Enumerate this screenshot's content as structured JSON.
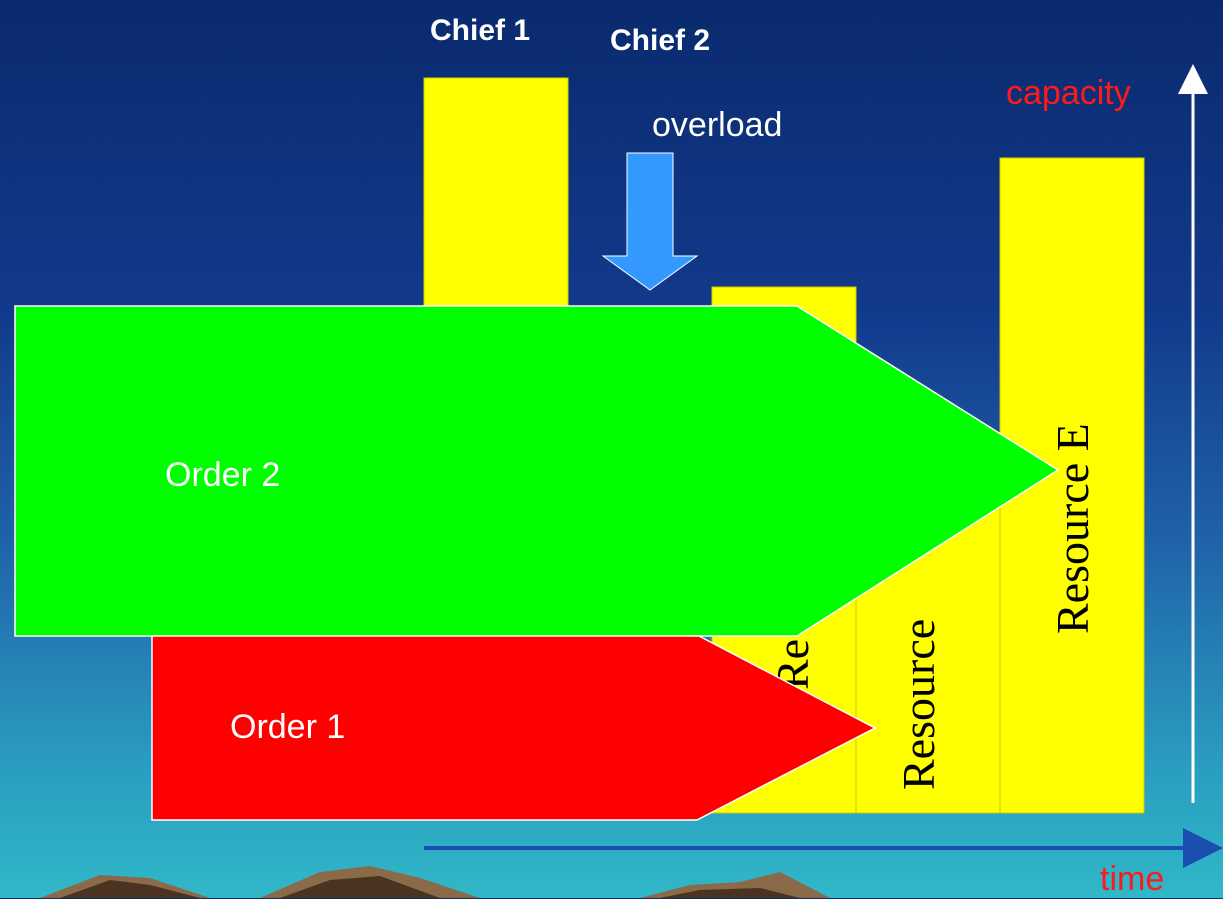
{
  "labels": {
    "chief1": "Chief 1",
    "chief2": "Chief 2",
    "overload": "overload",
    "capacity": "capacity",
    "time": "time"
  },
  "orders": {
    "order1": "Order 1",
    "order2": "Order 2"
  },
  "resources": {
    "c_partial": "Re",
    "d": "Resource",
    "e": "Resource E"
  },
  "colors": {
    "resource_fill": "#ffff00",
    "order1_fill": "#ff0000",
    "order2_fill": "#00ff00",
    "overload_fill": "#ff0000",
    "arrow_fill": "#3399ff",
    "axis_time": "#1a4fb0",
    "axis_capacity": "#ffffff",
    "label_red": "#ff1a1a"
  },
  "icons": [
    "overload-arrow-icon",
    "mountain-icon"
  ]
}
